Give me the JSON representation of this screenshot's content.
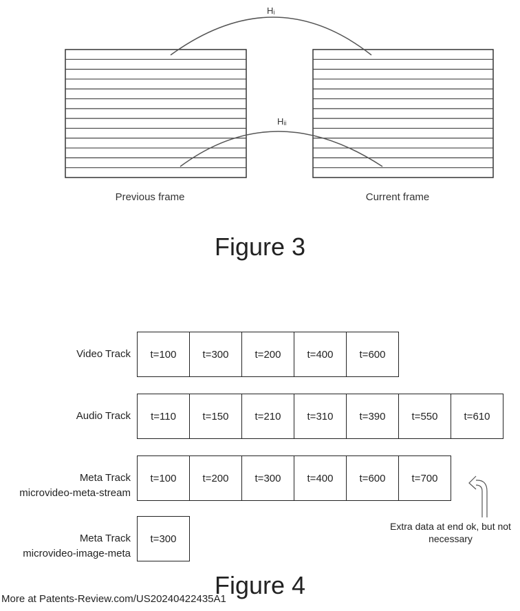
{
  "figure3": {
    "title": "Figure 3",
    "label_h_top": "Hᵢ",
    "label_h_bottom": "Hᵢᵢ",
    "previous_frame": "Previous frame",
    "current_frame": "Current frame"
  },
  "figure4": {
    "title": "Figure 4",
    "tracks": [
      {
        "label": "Video Track",
        "sublabel": "",
        "cells": [
          "t=100",
          "t=300",
          "t=200",
          "t=400",
          "t=600"
        ]
      },
      {
        "label": "Audio Track",
        "sublabel": "",
        "cells": [
          "t=110",
          "t=150",
          "t=210",
          "t=310",
          "t=390",
          "t=550",
          "t=610"
        ]
      },
      {
        "label": "Meta Track",
        "sublabel": "microvideo-meta-stream",
        "cells": [
          "t=100",
          "t=200",
          "t=300",
          "t=400",
          "t=600",
          "t=700"
        ]
      },
      {
        "label": "Meta Track",
        "sublabel": "microvideo-image-meta",
        "cells": [
          "t=300"
        ]
      }
    ],
    "note": "Extra data at end ok, but not necessary"
  },
  "footer": "More at Patents-Review.com/US20240422435A1"
}
